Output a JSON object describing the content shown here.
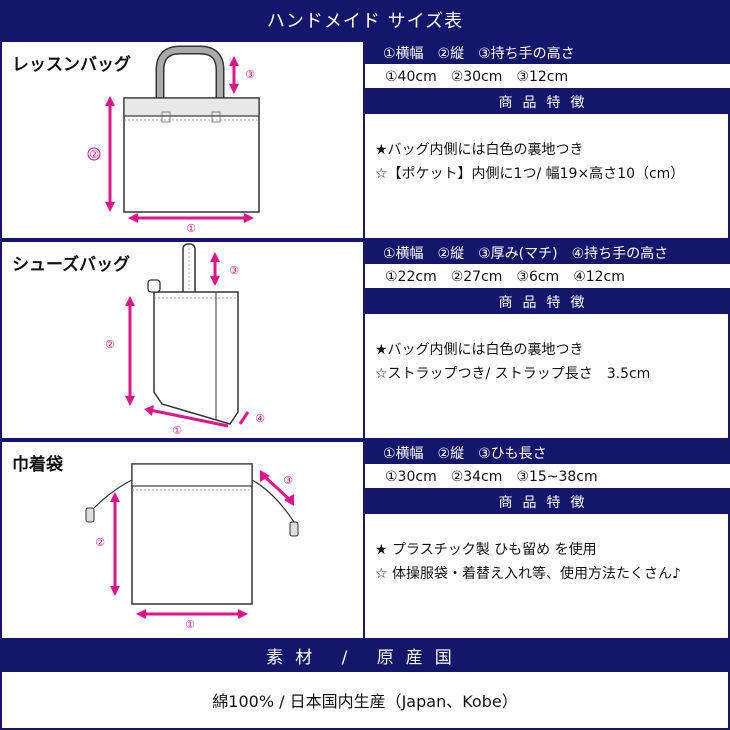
{
  "title": "ハンドメイド サイズ表",
  "colors": {
    "navy": "#14166b",
    "accent": "#e0158a"
  },
  "sections": [
    {
      "name": "レッスンバッグ",
      "spec_header": "①横幅　②縦　③持ち手の高さ",
      "spec_values": "①40cm　②30cm　③12cm",
      "feature_header": "商品特徴",
      "features": [
        "★バッグ内側には白色の裏地つき",
        "☆【ポケット】内側に1つ/ 幅19×高さ10（cm）"
      ],
      "markers": [
        "①",
        "②",
        "③"
      ]
    },
    {
      "name": "シューズバッグ",
      "spec_header": "①横幅　②縦　③厚み(マチ)　④持ち手の高さ",
      "spec_values": "①22cm　②27cm　③6cm　④12cm",
      "feature_header": "商品特徴",
      "features": [
        "★バッグ内側には白色の裏地つき",
        "☆ストラップつき/ ストラップ長さ　3.5cm"
      ],
      "markers": [
        "①",
        "②",
        "③",
        "④"
      ]
    },
    {
      "name": "巾着袋",
      "spec_header": "①横幅　②縦　③ひも長さ",
      "spec_values": "①30cm　②34cm　③15~38cm",
      "feature_header": "商品特徴",
      "features": [
        "★ プラスチック製 ひも留め を使用",
        "☆ 体操服袋・着替え入れ等、使用方法たくさん♪"
      ],
      "markers": [
        "①",
        "②",
        "③"
      ]
    }
  ],
  "material": {
    "header": "素材 / 原産国",
    "value": "綿100% / 日本国内生産（Japan、Kobe）"
  }
}
